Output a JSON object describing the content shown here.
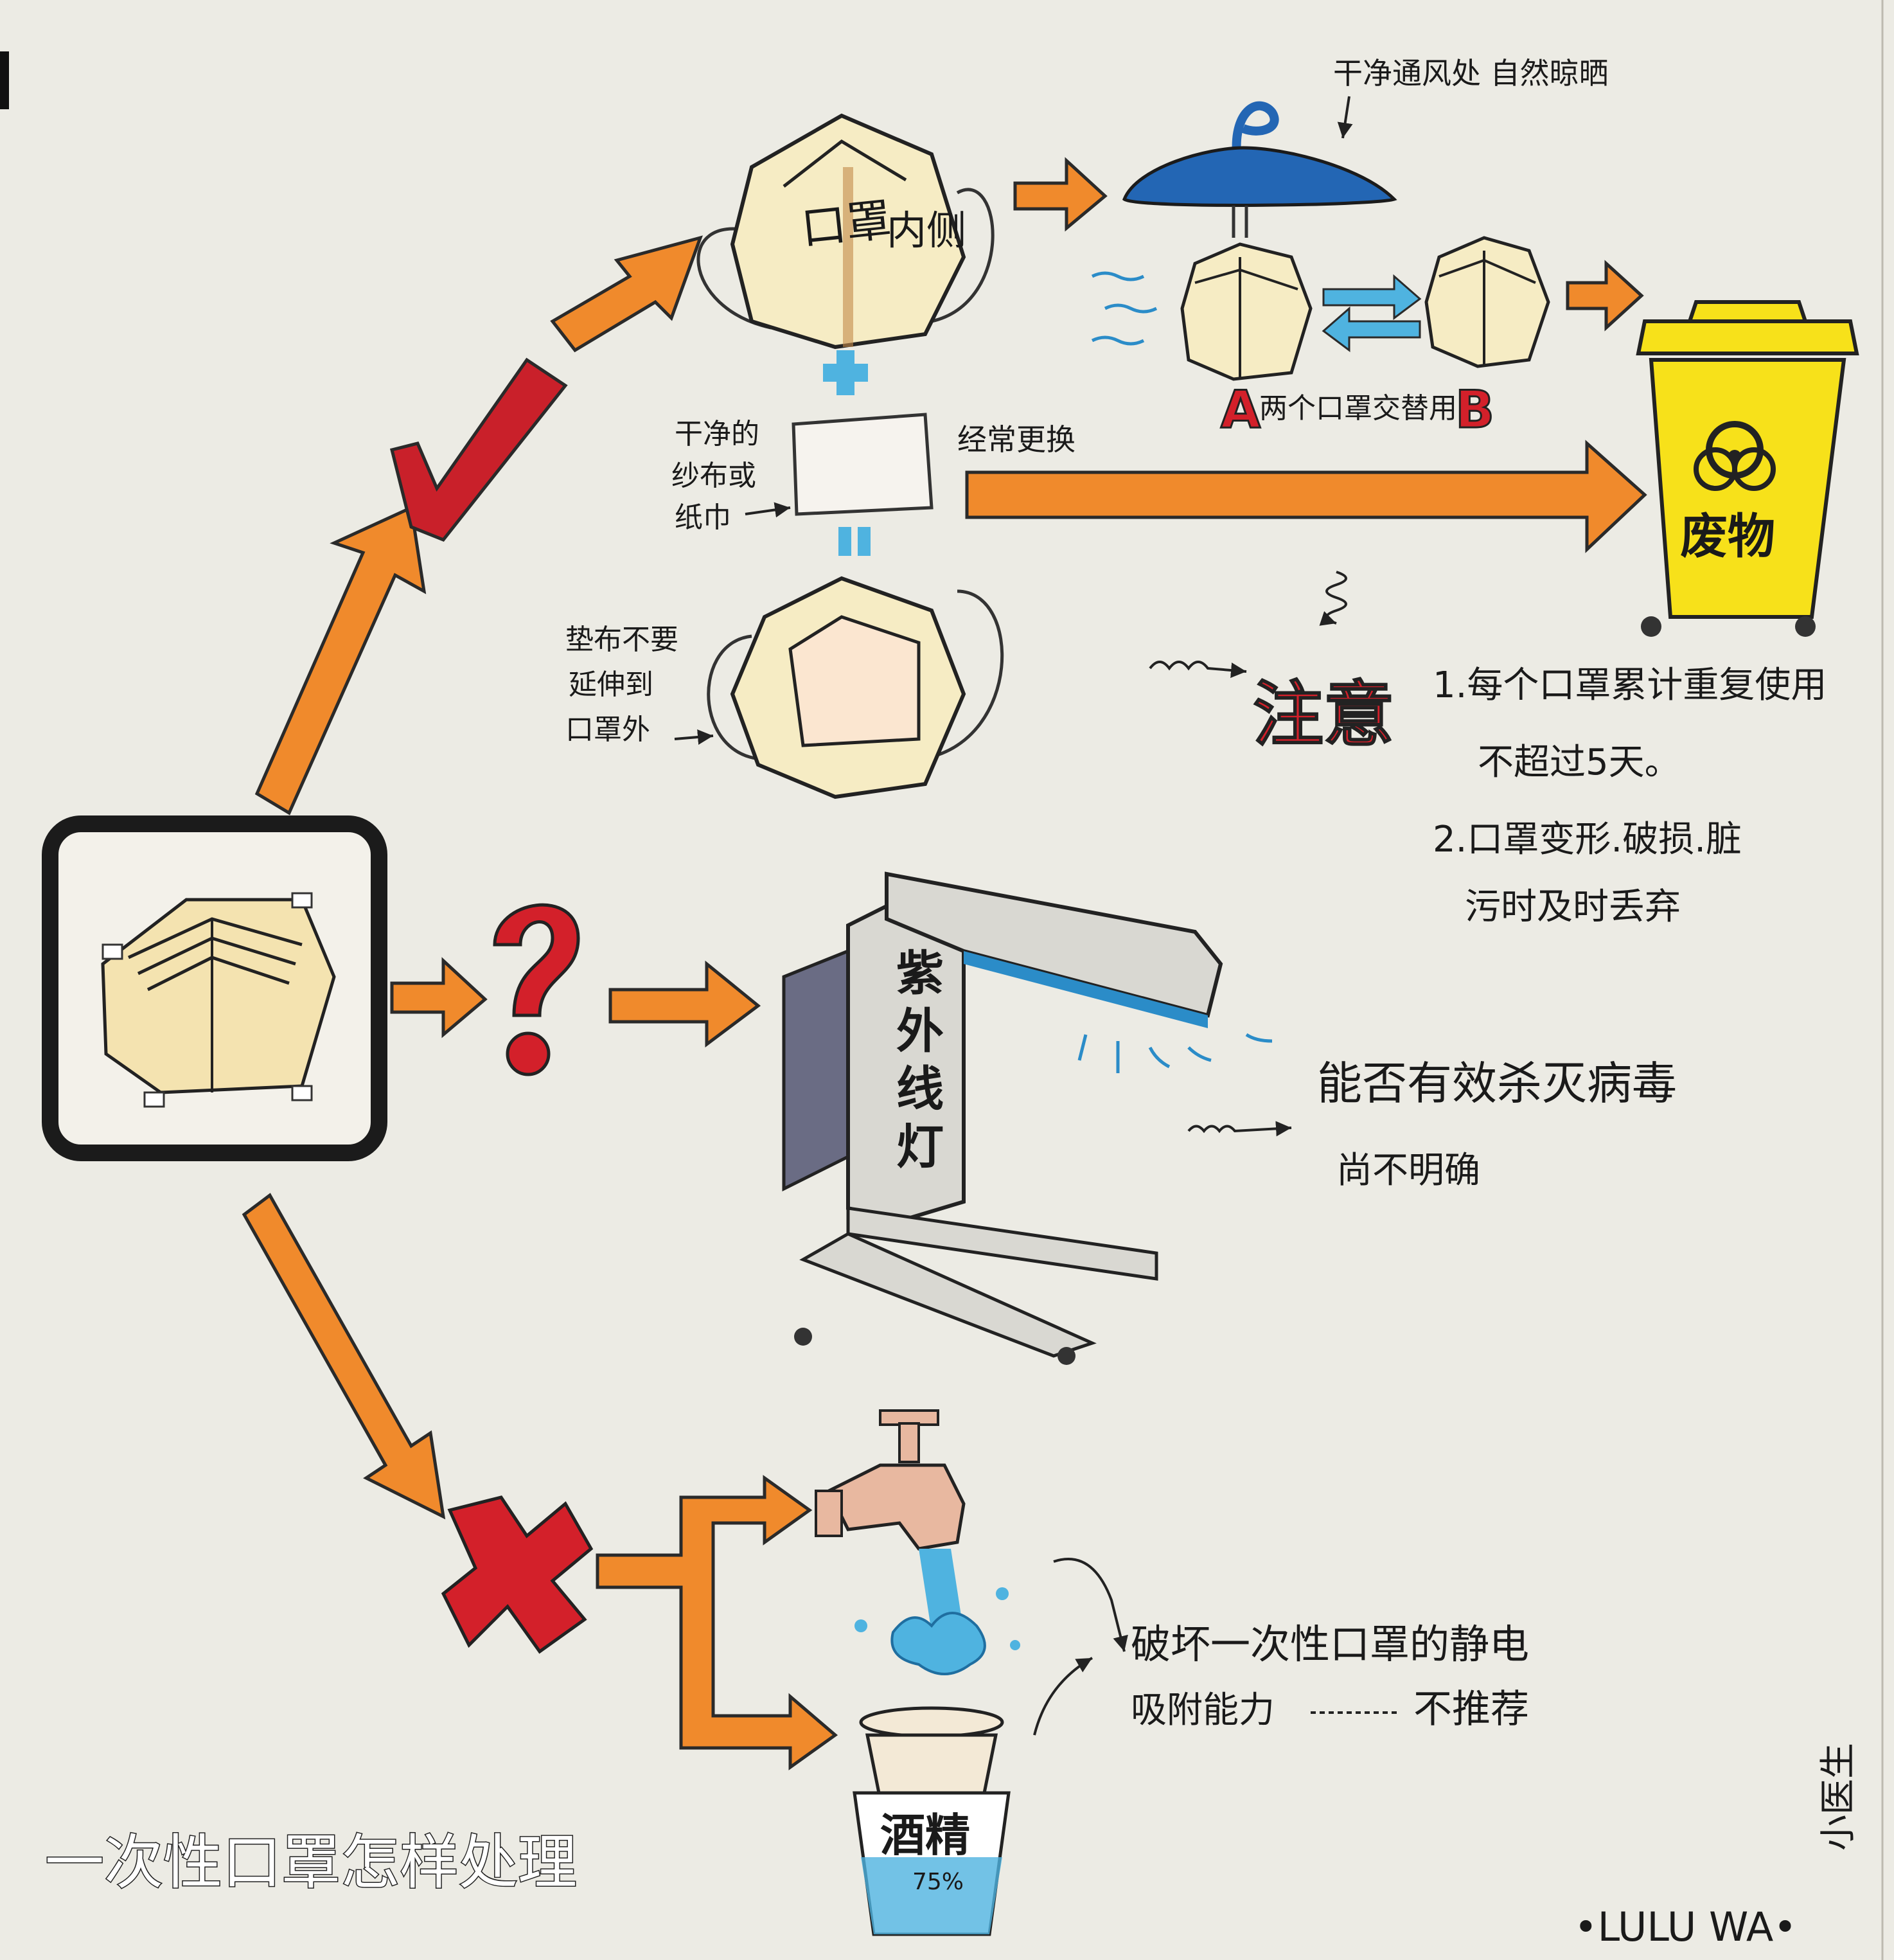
{
  "title": "一次性口罩怎样处理",
  "signature": "•LULU WA•",
  "signature_side": "小医生",
  "branches": {
    "yes": {
      "symbol": "check",
      "mask_label_1": "口罩",
      "mask_label_2": "内侧",
      "pad_note": [
        "干净的",
        "纱布或",
        "纸巾"
      ],
      "pad_extend_note": [
        "垫布不要",
        "延伸到",
        "口罩外"
      ],
      "replace_note": "经常更换",
      "dry_note": "干净通风处 自然晾晒",
      "swap_note": "两个口罩交替用",
      "label_a": "A",
      "label_b": "B",
      "waste_label": "废物",
      "attention_title": "注意",
      "attention_items": [
        "1.每个口罩累计重复使用",
        "不超过5天。",
        "2.口罩变形.破损.脏",
        "污时及时丢弃"
      ]
    },
    "maybe": {
      "symbol": "question",
      "uv_lamp_label": [
        "紫",
        "外",
        "线",
        "灯"
      ],
      "uv_note": "能否有效杀灭病毒",
      "uv_note_2": "尚不明确"
    },
    "no": {
      "symbol": "cross",
      "alcohol_label": "酒精",
      "alcohol_percent": "75%",
      "damage_note": "破坏一次性口罩的静电",
      "damage_note_2": "吸附能力",
      "not_recommended": "不推荐"
    }
  },
  "colors": {
    "arrow": "#f08a2c",
    "arrow_outline": "#2a2a2a",
    "check": "#c9202a",
    "question": "#d3202a",
    "cross": "#d3202a",
    "hanger": "#2366b4",
    "bin": "#f7e11a",
    "water": "#4fb3e0",
    "uv_lamp": "#6a6c84",
    "mask": "#f4e3b0",
    "attention": "#d3202a"
  }
}
